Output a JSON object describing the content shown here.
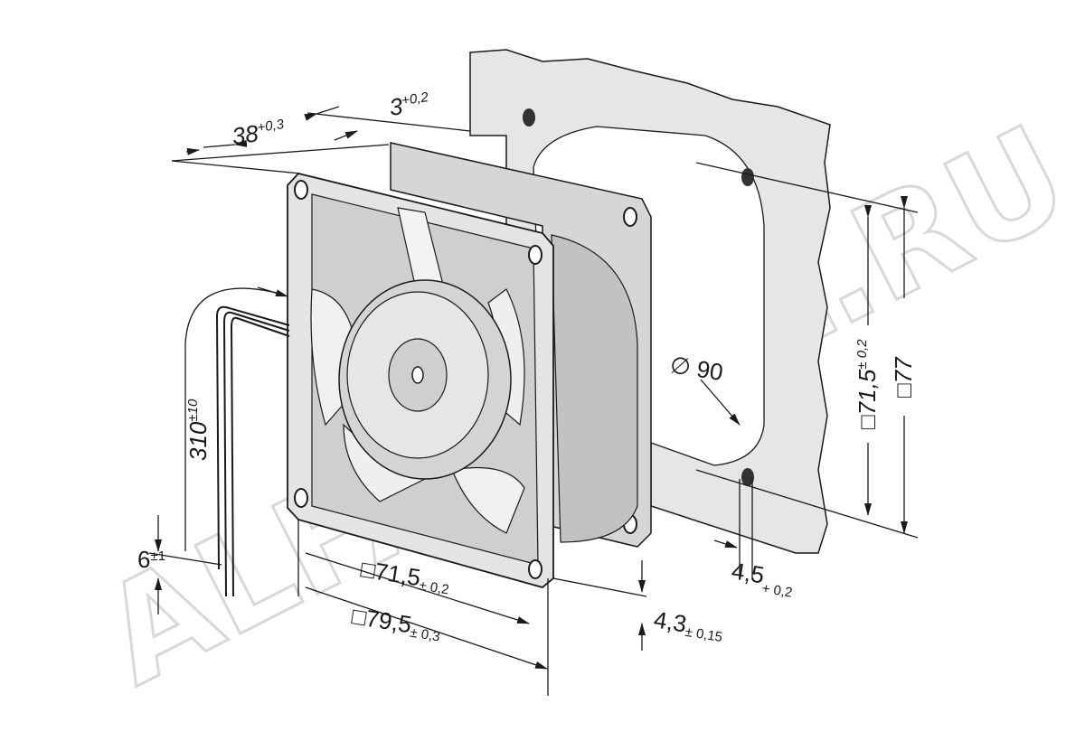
{
  "watermark": "ALFACOOL.RU",
  "dimensions": {
    "depth": {
      "value": "38",
      "tol": "+0,3"
    },
    "frame_thickness": {
      "value": "3",
      "tol": "+0,2"
    },
    "cable_length": {
      "value": "310",
      "tol": "±10"
    },
    "strip_length": {
      "value": "6",
      "tol": "±1"
    },
    "hole_pitch_front": {
      "value": "□71,5",
      "tol": "± 0,2"
    },
    "frame_size": {
      "value": "□79,5",
      "tol": "± 0,3"
    },
    "flange_thickness": {
      "value": "4,3",
      "tol": "± 0,15"
    },
    "hole_diameter": {
      "value": "4,5",
      "tol": "+ 0,2"
    },
    "cutout_diameter": {
      "value": "∅ 90"
    },
    "hole_pitch_panel": {
      "value": "□71,5",
      "tol": "± 0,2"
    },
    "panel_size": {
      "value": "□77"
    }
  }
}
